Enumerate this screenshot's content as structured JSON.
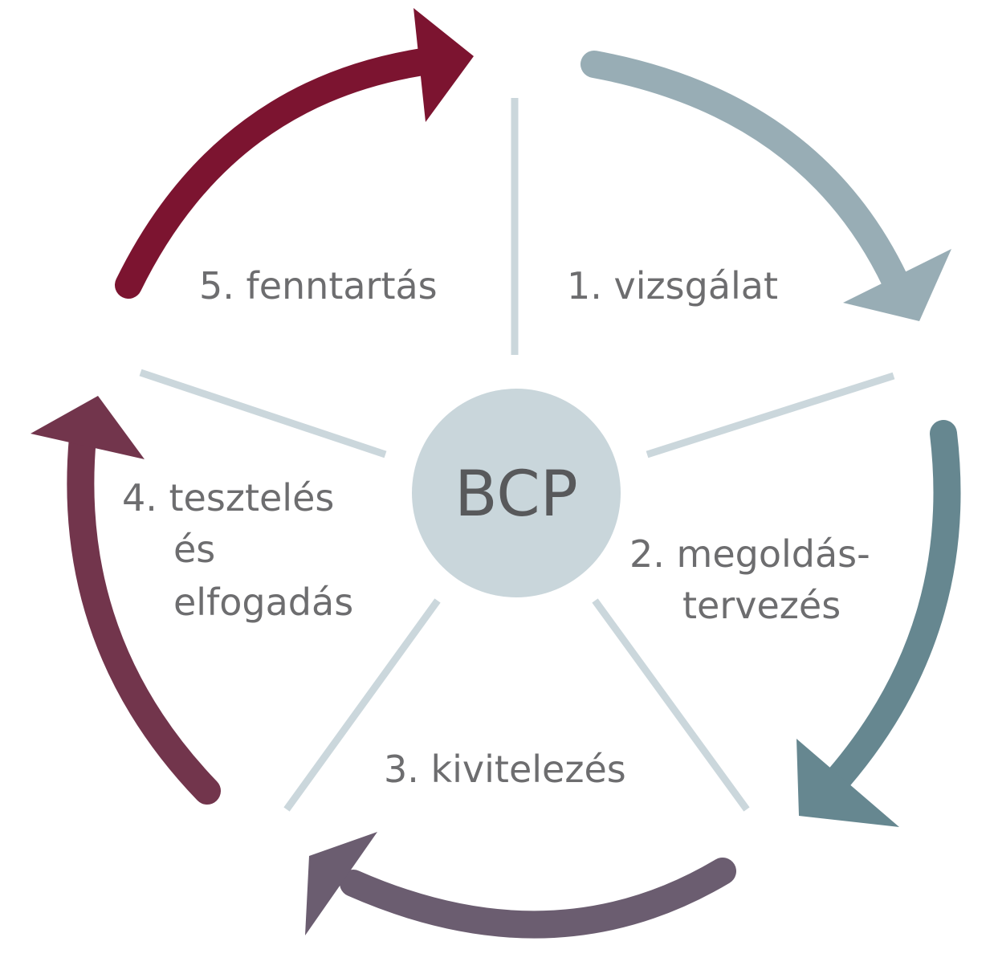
{
  "center": {
    "label": "BCP",
    "color": "#c9d6db"
  },
  "spoke_color": "#cbd7dc",
  "steps": [
    {
      "id": "step-1",
      "lines": [
        "1. vizsgálat"
      ],
      "color": "#98adb5"
    },
    {
      "id": "step-2",
      "lines": [
        "2. megoldás-",
        "tervezés"
      ],
      "color": "#668790"
    },
    {
      "id": "step-3",
      "lines": [
        "3. kivitelezés"
      ],
      "color": "#6b5d70"
    },
    {
      "id": "step-4",
      "lines": [
        "4. tesztelés",
        "és",
        "elfogadás"
      ],
      "color": "#72354c"
    },
    {
      "id": "step-5",
      "lines": [
        "5. fenntartás"
      ],
      "color": "#7c1430"
    }
  ]
}
